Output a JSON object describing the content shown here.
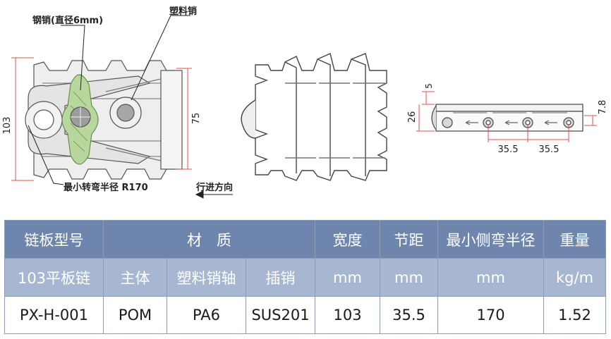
{
  "drawing": {
    "label_steel_pin": "钢销(直径6mm)",
    "label_plastic_pin": "塑料销",
    "dim_height": "103",
    "dim_75": "75",
    "label_min_radius": "最小转弯半径 R170",
    "label_direction": "行进方向",
    "dim_5": "5",
    "dim_26": "26",
    "dim_7_8": "7.8",
    "dim_pitch_1": "35.5",
    "dim_pitch_2": "35.5"
  },
  "table": {
    "header": {
      "model": "链板型号",
      "material": "材　质",
      "width": "宽度",
      "pitch": "节距",
      "min_side_radius": "最小侧弯半径",
      "weight": "重量"
    },
    "subheader": {
      "model": "103平板链",
      "main_body": "主体",
      "plastic_pin_shaft": "塑料销轴",
      "insert_pin": "插销",
      "width_unit": "mm",
      "pitch_unit": "mm",
      "radius_unit": "mm",
      "weight_unit": "kg/m"
    },
    "row": {
      "model": "PX-H-001",
      "main_body": "POM",
      "plastic_pin_shaft": "PA6",
      "insert_pin": "SUS201",
      "width": "103",
      "pitch": "35.5",
      "radius": "170",
      "weight": "1.52"
    }
  }
}
